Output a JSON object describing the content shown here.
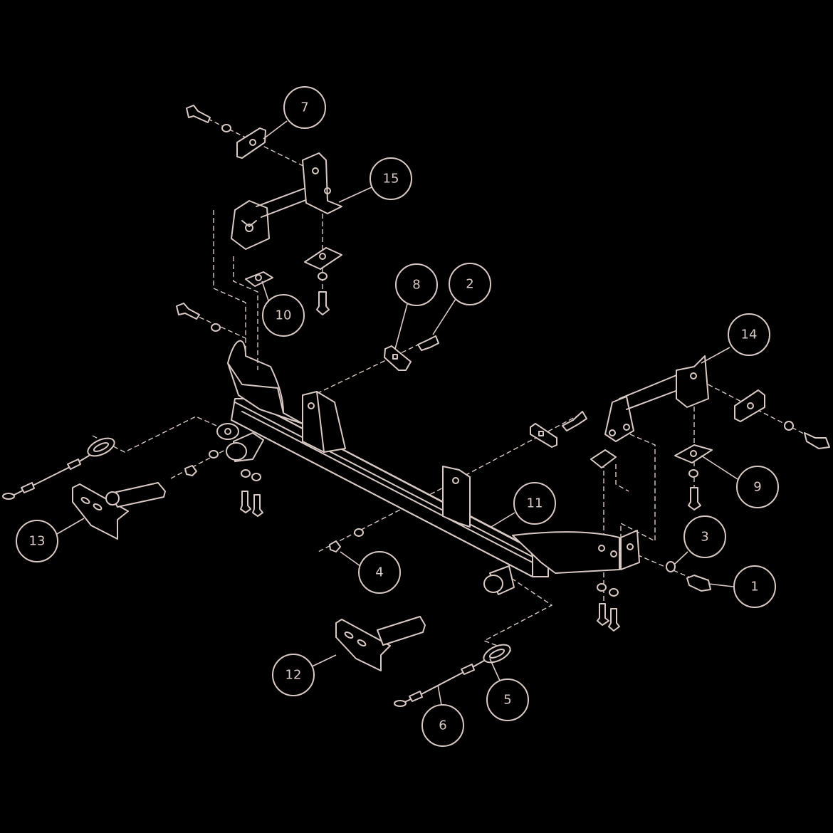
{
  "callouts": [
    {
      "id": "1",
      "label": "1"
    },
    {
      "id": "2",
      "label": "2"
    },
    {
      "id": "3",
      "label": "3"
    },
    {
      "id": "4",
      "label": "4"
    },
    {
      "id": "5",
      "label": "5"
    },
    {
      "id": "6",
      "label": "6"
    },
    {
      "id": "7",
      "label": "7"
    },
    {
      "id": "8",
      "label": "8"
    },
    {
      "id": "9",
      "label": "9"
    },
    {
      "id": "10",
      "label": "10"
    },
    {
      "id": "11",
      "label": "11"
    },
    {
      "id": "12",
      "label": "12"
    },
    {
      "id": "13",
      "label": "13"
    },
    {
      "id": "14",
      "label": "14"
    },
    {
      "id": "15",
      "label": "15"
    }
  ],
  "colors": {
    "background": "#000000",
    "line": "#d9c9c4"
  }
}
